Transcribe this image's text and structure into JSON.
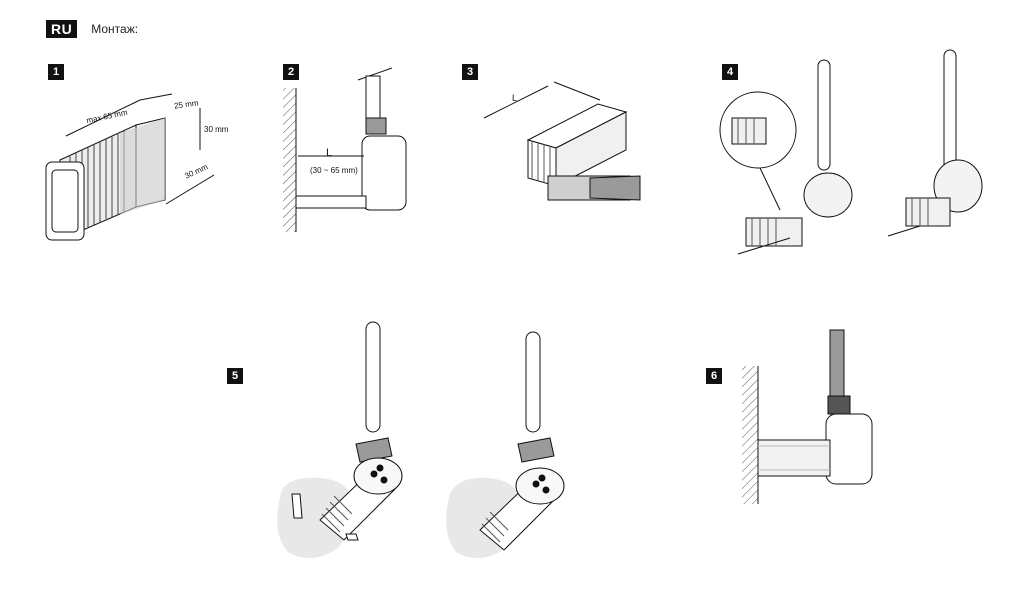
{
  "header": {
    "lang": "RU",
    "title": "Монтаж:"
  },
  "steps": [
    {
      "number": "1",
      "dims": {
        "length": "max 65 mm",
        "depth": "25 mm",
        "height": "30 mm",
        "width": "30 mm"
      }
    },
    {
      "number": "2",
      "dims": {
        "L": "L",
        "range": "(30 ~ 65 mm)"
      }
    },
    {
      "number": "3",
      "dims": {
        "L": "L"
      }
    },
    {
      "number": "4"
    },
    {
      "number": "5"
    },
    {
      "number": "6"
    }
  ],
  "colors": {
    "ink": "#111111",
    "sleeve": "#d8d8d8",
    "shade": "#9a9a9a",
    "blob": "#e8e8e8"
  }
}
